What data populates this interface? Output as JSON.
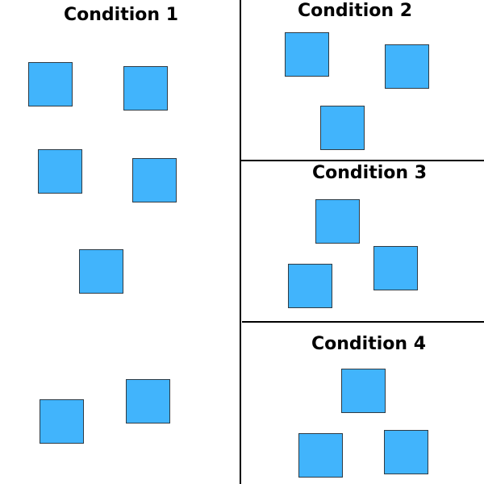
{
  "colors": {
    "square_fill": "#41b4fc",
    "square_border": "#2f3b44",
    "divider": "#000000",
    "background": "#ffffff"
  },
  "panels": [
    {
      "id": "condition-1",
      "title": "Condition 1",
      "square_count": 7
    },
    {
      "id": "condition-2",
      "title": "Condition 2",
      "square_count": 3
    },
    {
      "id": "condition-3",
      "title": "Condition 3",
      "square_count": 3
    },
    {
      "id": "condition-4",
      "title": "Condition 4",
      "square_count": 3
    }
  ]
}
